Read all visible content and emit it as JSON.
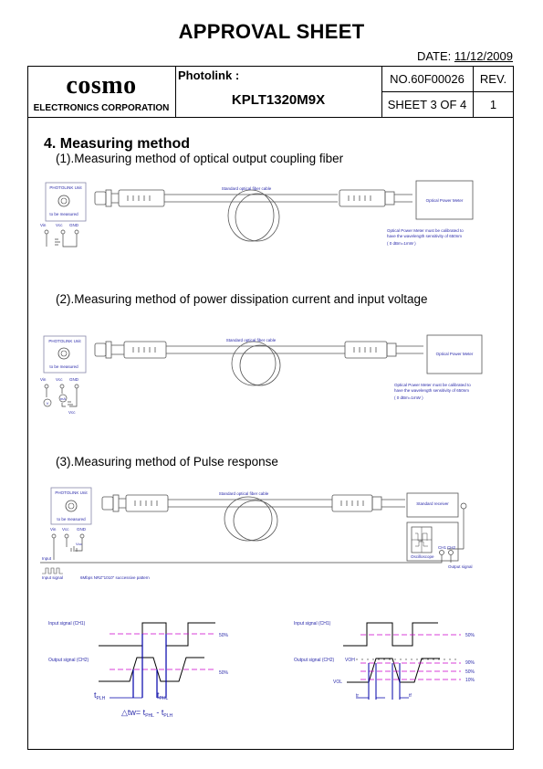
{
  "header": {
    "title": "APPROVAL SHEET",
    "date_label": "DATE: ",
    "date_value": "11/12/2009",
    "company_logo": "cosmo",
    "company_name": "ELECTRONICS CORPORATION",
    "product_label": "Photolink :",
    "product_model": "KPLT1320M9X",
    "doc_no": "NO.60F00026",
    "rev_label": "REV.",
    "sheet": "SHEET 3 OF 4",
    "rev_value": "1"
  },
  "section": {
    "title": "4. Measuring method",
    "sub1": "(1).Measuring method of optical output coupling fiber",
    "sub2": "(2).Measuring method of power dissipation current and input voltage",
    "sub3": "(3).Measuring method of Pulse response"
  },
  "diagram_labels": {
    "unit": "PHOTOLINK Unit",
    "to_be_measured": "to be measured",
    "vin": "Vin",
    "vcc": "Vcc",
    "gnd": "GND",
    "cable": "Standard optical fiber cable",
    "power_meter": "Optical Power Meter",
    "note1": "Optical Power Meter must be calibrated to",
    "note2": "have the wavelength sensitivity of 650nm",
    "note3": "( 0 dBm=1mW )",
    "meter_a": "mA",
    "meter_v": "V",
    "std_receiver": "Standard receiver",
    "oscilloscope": "Oscilloscope",
    "ch1": "CH1",
    "ch2": "CH2",
    "input": "Input",
    "input_signal": "Input signal",
    "pattern": "6Mbps NRZ\"1010\" successive pattern",
    "output_signal": "Output signal"
  },
  "timing": {
    "input_ch1": "Input signal (CH1)",
    "output_ch2": "Output signal (CH2)",
    "pct50": "50%",
    "pct90": "90%",
    "pct10": "10%",
    "tplh_t": "t",
    "tplh_sub": "PLH",
    "tphl_t": "t",
    "tphl_sub": "PHL",
    "formula_a": "△tw= t",
    "formula_b": " - t",
    "voh": "VOH",
    "vol": "VOL",
    "tr": "tr",
    "tf": "tf"
  }
}
